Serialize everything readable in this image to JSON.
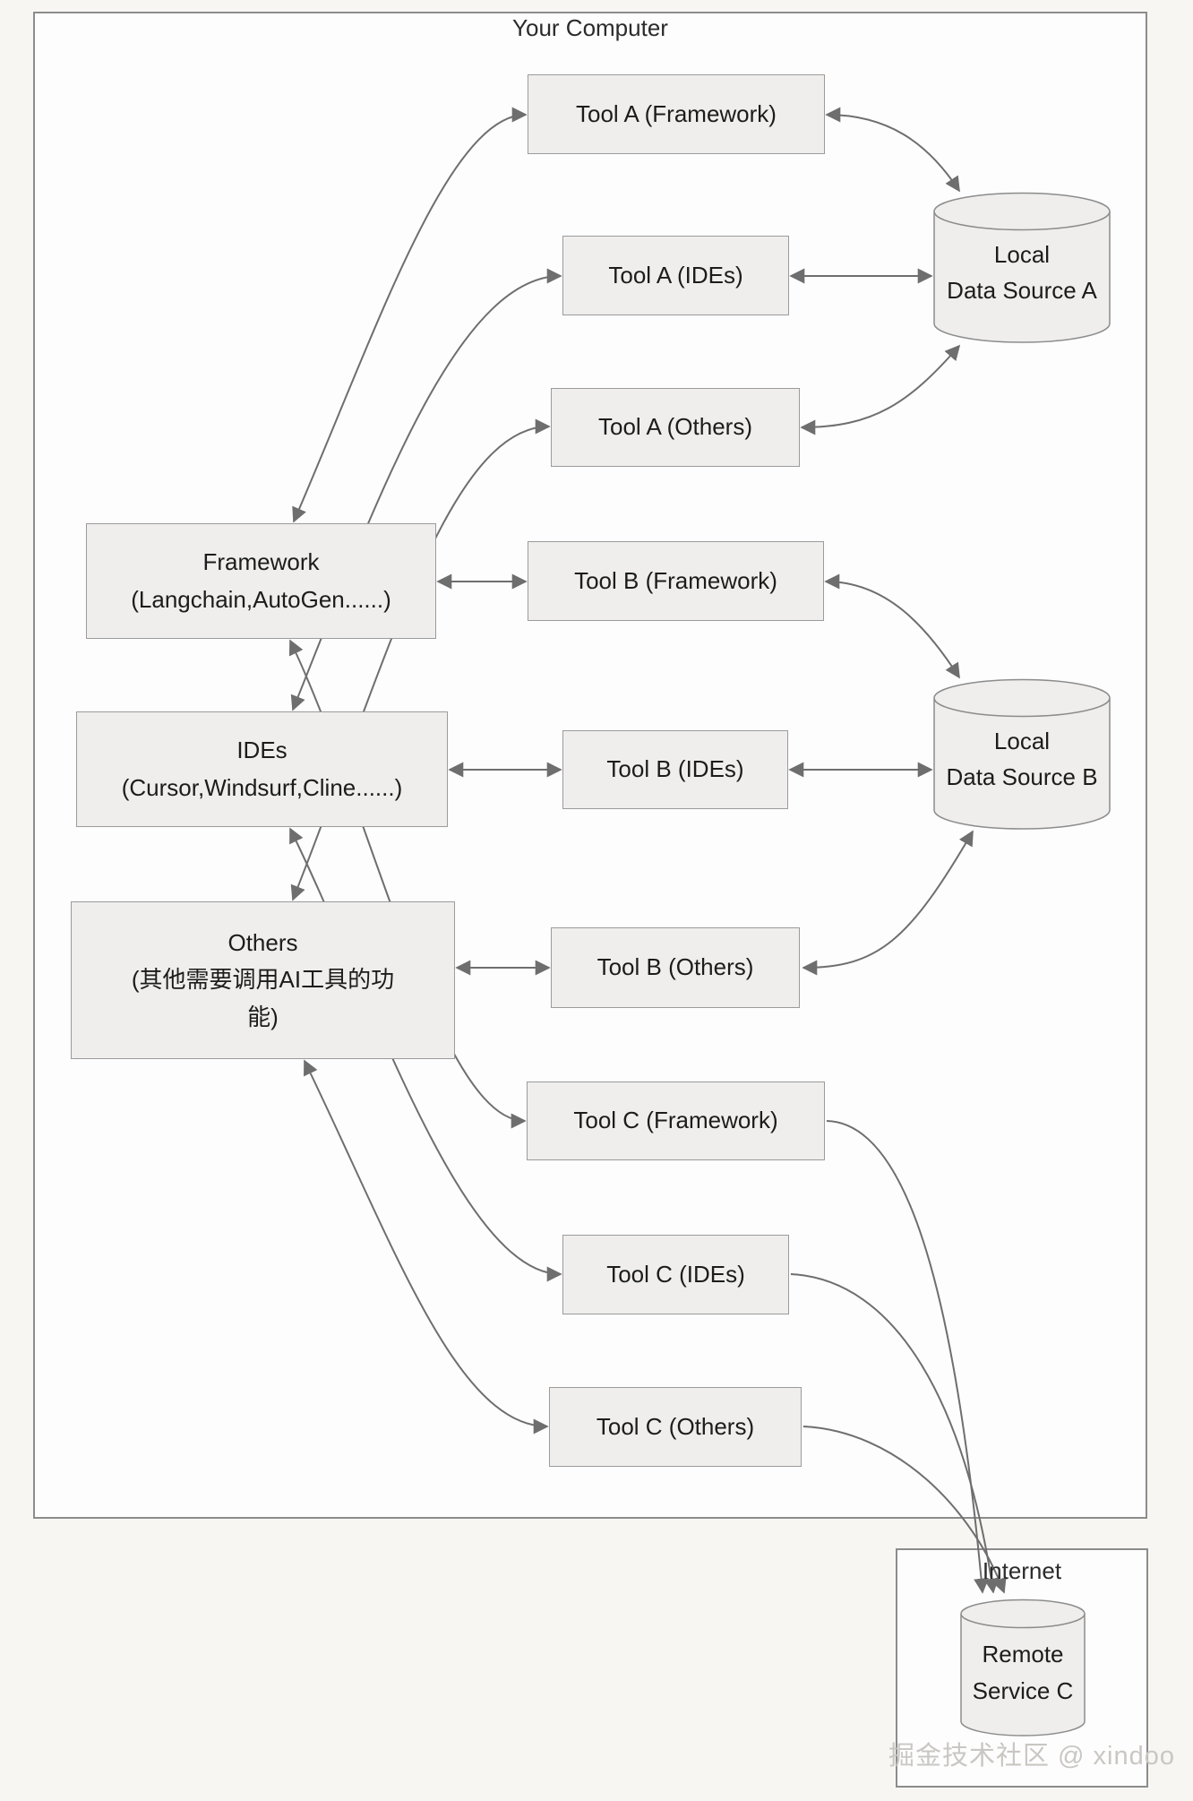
{
  "scene": {
    "computer_label": "Your Computer",
    "internet_label": "Internet",
    "watermark": "掘金技术社区 @ xindoo"
  },
  "clients": [
    {
      "title": "Framework",
      "subtitle": "(Langchain,AutoGen......)"
    },
    {
      "title": "IDEs",
      "subtitle": "(Cursor,Windsurf,Cline......)"
    },
    {
      "title": "Others",
      "subtitle": "(其他需要调用AI工具的功能)"
    }
  ],
  "tools": [
    {
      "label": "Tool A (Framework)"
    },
    {
      "label": "Tool A (IDEs)"
    },
    {
      "label": "Tool A (Others)"
    },
    {
      "label": "Tool B (Framework)"
    },
    {
      "label": "Tool B (IDEs)"
    },
    {
      "label": "Tool B (Others)"
    },
    {
      "label": "Tool C (Framework)"
    },
    {
      "label": "Tool C (IDEs)"
    },
    {
      "label": "Tool C (Others)"
    }
  ],
  "datastores": [
    {
      "line1": "Local",
      "line2": "Data Source A"
    },
    {
      "line1": "Local",
      "line2": "Data Source B"
    },
    {
      "line1": "Remote",
      "line2": "Service C"
    }
  ],
  "colors": {
    "canvas_bg": "#f7f6f3",
    "container_fill": "#fdfdfd",
    "container_border": "#8c8c8c",
    "node_fill": "#efeeed",
    "node_border": "#9b9b9b",
    "arrow": "#6e6e6e",
    "text": "#1c1c1c",
    "watermark": "#c9c7c3"
  }
}
